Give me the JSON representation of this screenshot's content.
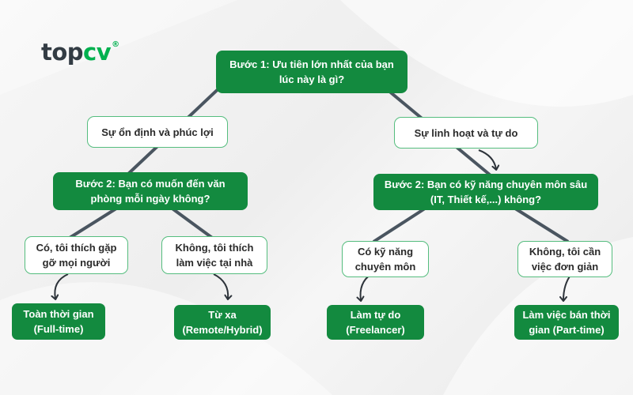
{
  "logo": {
    "brand_dark": "top",
    "brand_green": "cv",
    "mark": "®"
  },
  "colors": {
    "brand_green": "#00b14f",
    "step_fill": "#138a3f",
    "option_border": "#55bd7e",
    "connector": "#4a5560"
  },
  "step1": {
    "line1": "Bước 1: Ưu tiên lớn nhất của bạn",
    "line2": "lúc này là gì?"
  },
  "branch_left": {
    "label": "Sự ổn định và phúc lợi"
  },
  "branch_right": {
    "label": "Sự linh hoạt và tự do"
  },
  "step2_left": {
    "line1": "Bước 2: Bạn có muốn đến văn",
    "line2": "phòng mỗi ngày không?"
  },
  "step2_right": {
    "line1": "Bước 2: Bạn có kỹ năng chuyên môn sâu",
    "line2": "(IT, Thiết kế,...) không?"
  },
  "answers": {
    "office_yes": {
      "line1": "Có, tôi thích gặp",
      "line2": "gỡ mọi người"
    },
    "office_no": {
      "line1": "Không, tôi thích",
      "line2": "làm việc tại nhà"
    },
    "skill_yes": {
      "line1": "Có kỹ năng",
      "line2": "chuyên môn"
    },
    "skill_no": {
      "line1": "Không, tôi cần",
      "line2": "việc đơn giản"
    }
  },
  "results": {
    "fulltime": {
      "line1": "Toàn thời gian",
      "line2": "(Full-time)"
    },
    "remote": {
      "line1": "Từ xa",
      "line2": "(Remote/Hybrid)"
    },
    "freelance": {
      "line1": "Làm tự do",
      "line2": "(Freelancer)"
    },
    "parttime": {
      "line1": "Làm việc bán thời",
      "line2": "gian (Part-time)"
    }
  }
}
